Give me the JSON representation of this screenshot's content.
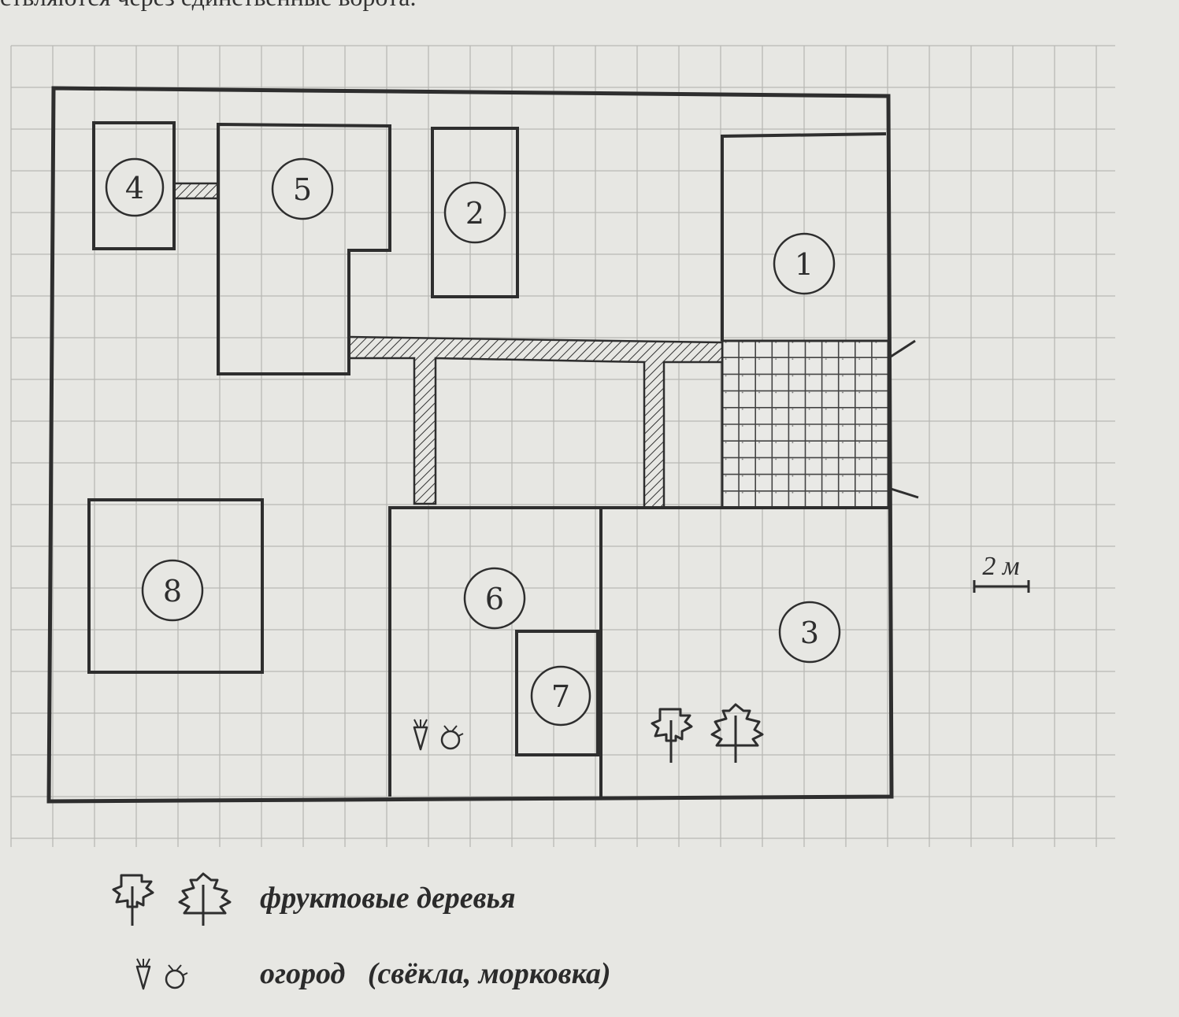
{
  "header_text": "ствляются через единственные ворота.",
  "plots": [
    {
      "number": "1"
    },
    {
      "number": "2"
    },
    {
      "number": "3"
    },
    {
      "number": "4"
    },
    {
      "number": "5"
    },
    {
      "number": "6"
    },
    {
      "number": "7"
    },
    {
      "number": "8"
    }
  ],
  "scale_label": "2 м",
  "legend": {
    "trees_label": "фруктовые деревья",
    "garden_label": "огород   (свёкла, морковка)"
  },
  "colors": {
    "paper": "#e7e7e3",
    "grid": "#b9b9b5",
    "ink": "#2e2e2e"
  }
}
